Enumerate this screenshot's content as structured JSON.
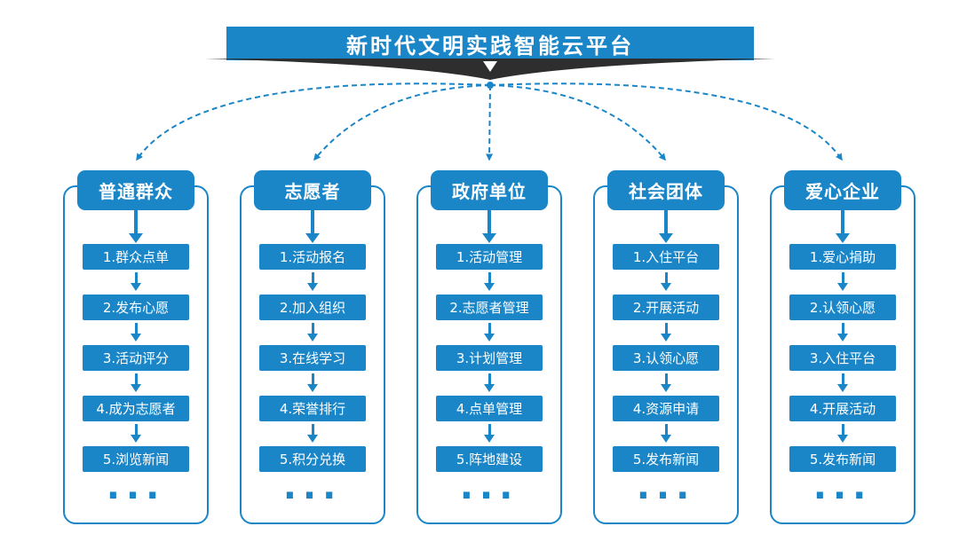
{
  "banner": {
    "title": "新时代文明实践智能云平台"
  },
  "colors": {
    "primary_blue": "#1a86c8",
    "ribbon_dark": "#2e2e2e",
    "text_white": "#ffffff"
  },
  "columns": [
    {
      "title": "普通群众",
      "steps": [
        "1.群众点单",
        "2.发布心愿",
        "3.活动评分",
        "4.成为志愿者",
        "5.浏览新闻"
      ],
      "ellipsis": "..."
    },
    {
      "title": "志愿者",
      "steps": [
        "1.活动报名",
        "2.加入组织",
        "3.在线学习",
        "4.荣誉排行",
        "5.积分兑换"
      ],
      "ellipsis": "..."
    },
    {
      "title": "政府单位",
      "steps": [
        "1.活动管理",
        "2.志愿者管理",
        "3.计划管理",
        "4.点单管理",
        "5.阵地建设"
      ],
      "ellipsis": "..."
    },
    {
      "title": "社会团体",
      "steps": [
        "1.入住平台",
        "2.开展活动",
        "3.认领心愿",
        "4.资源申请",
        "5.发布新闻"
      ],
      "ellipsis": "..."
    },
    {
      "title": "爱心企业",
      "steps": [
        "1.爱心捐助",
        "2.认领心愿",
        "3.入住平台",
        "4.开展活动",
        "5.发布新闻"
      ],
      "ellipsis": "..."
    }
  ]
}
